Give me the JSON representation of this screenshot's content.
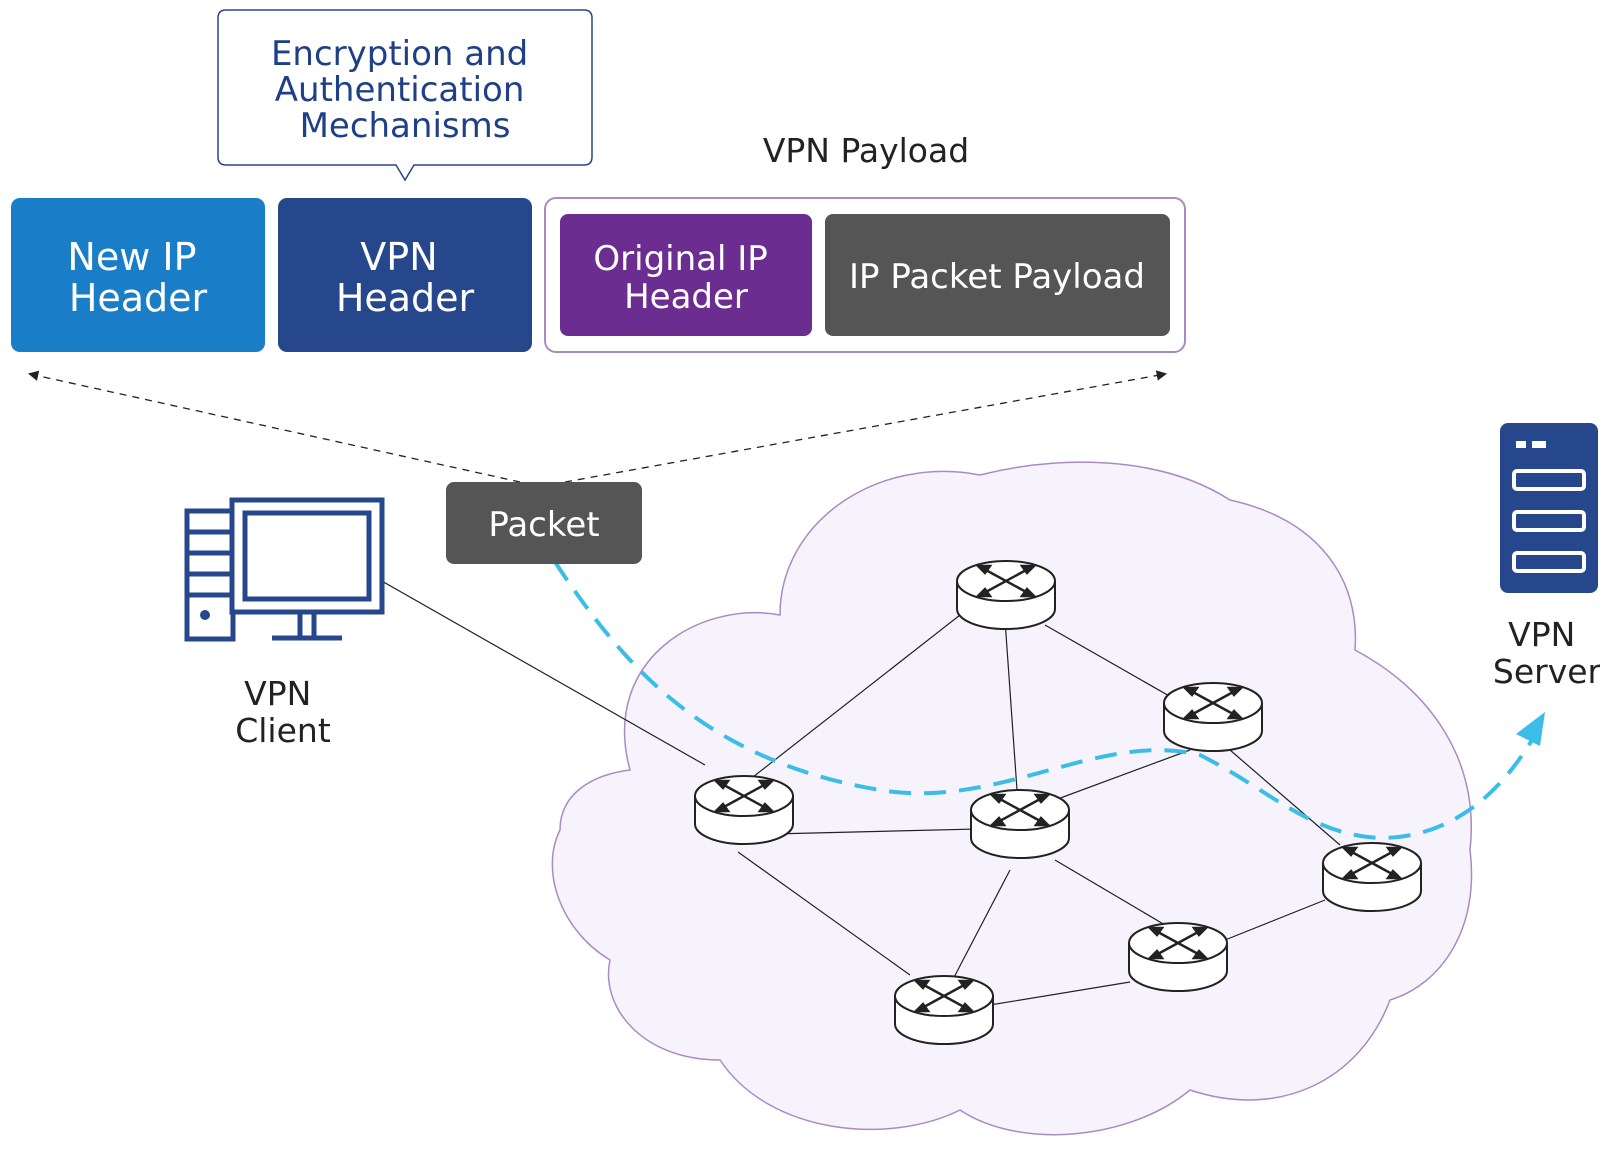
{
  "callout": {
    "lines": [
      "Encryption and",
      "Authentication",
      "Mechanisms"
    ]
  },
  "payload_label": "VPN Payload",
  "blocks": {
    "new_ip_header": [
      "New IP",
      "Header"
    ],
    "vpn_header": [
      "VPN",
      "Header"
    ],
    "original_ip_header": [
      "Original IP",
      "Header"
    ],
    "ip_packet_payload": "IP Packet Payload"
  },
  "packet_label": "Packet",
  "client_label": [
    "VPN",
    "Client"
  ],
  "server_label": [
    "VPN",
    "Server"
  ],
  "router_icon": "router-icon",
  "computer_icon": "desktop-computer-icon",
  "server_icon": "server-rack-icon",
  "colors": {
    "new_ip_header": "#1a7dc7",
    "vpn_header": "#26478c",
    "original_ip_header": "#6b2d8f",
    "ip_packet_payload": "#555555",
    "packet": "#555555",
    "callout_text": "#1f3f86",
    "cloud_fill": "#f7f3fc",
    "cloud_stroke": "#a98bc4",
    "tunnel_path": "#3bbde8",
    "icon_blue": "#26478c"
  }
}
